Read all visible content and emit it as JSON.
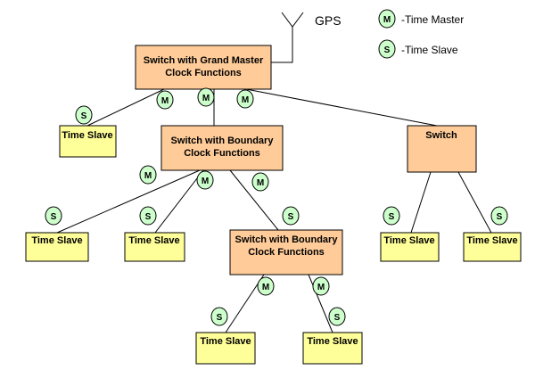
{
  "colors": {
    "switch_fill": "#FFCC99",
    "slave_fill": "#FFFF99",
    "badge_fill": "#CCFFCC",
    "stroke": "#000000"
  },
  "legend": {
    "gps": "GPS",
    "master_symbol": "M",
    "master_label": "-Time Master",
    "slave_symbol": "S",
    "slave_label": "-Time Slave"
  },
  "nodes": {
    "grandmaster": {
      "line1": "Switch with Grand Master",
      "line2": "Clock Functions"
    },
    "boundary1": {
      "line1": "Switch with Boundary",
      "line2": "Clock Functions"
    },
    "switch": {
      "line1": "Switch"
    },
    "boundary2": {
      "line1": "Switch with Boundary",
      "line2": "Clock Functions"
    },
    "slave_top": "Time Slave",
    "slave_b1_left": "Time Slave",
    "slave_b1_mid": "Time Slave",
    "slave_sw_left": "Time Slave",
    "slave_sw_right": "Time Slave",
    "slave_b2_left": "Time Slave",
    "slave_b2_right": "Time Slave"
  },
  "badges": {
    "m": "M",
    "s": "S"
  }
}
